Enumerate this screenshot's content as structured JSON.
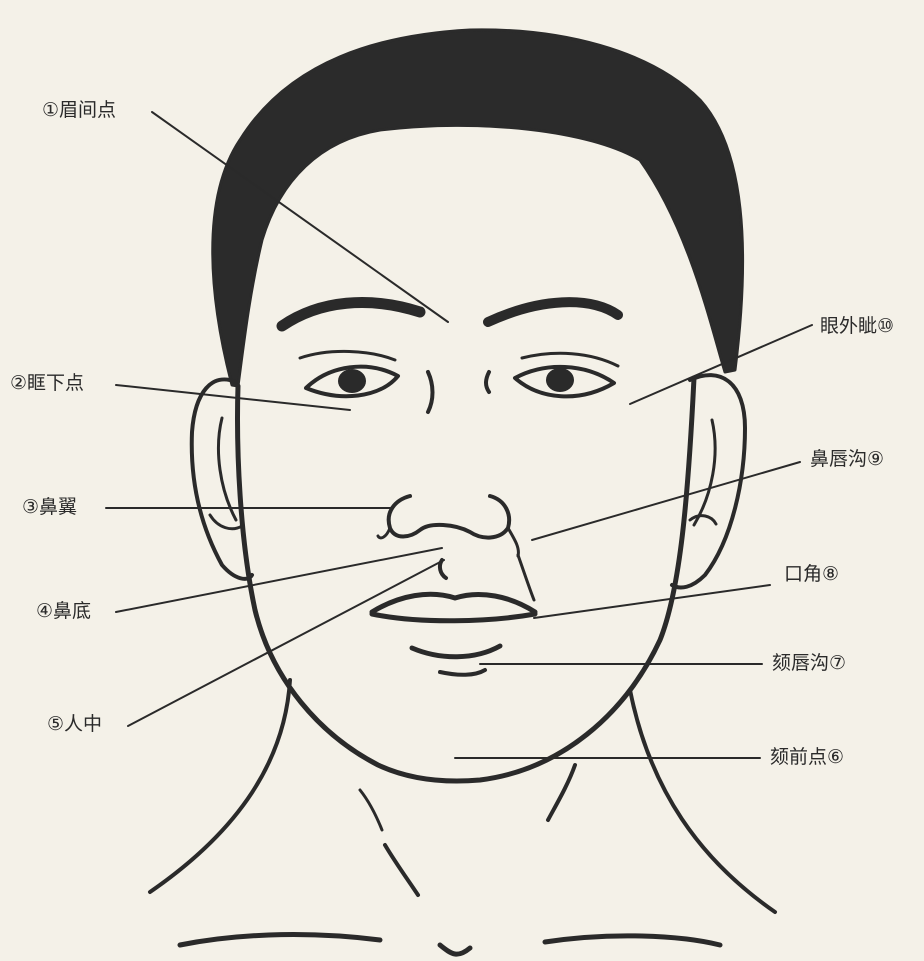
{
  "labels": {
    "l1": "①眉间点",
    "l2": "②眶下点",
    "l3": "③鼻翼",
    "l4": "④鼻底",
    "l5": "⑤人中",
    "l6": "颏前点⑥",
    "l7": "颏唇沟⑦",
    "l8": "口角⑧",
    "l9": "鼻唇沟⑨",
    "l10": "眼外眦⑩"
  },
  "colors": {
    "background": "#f4f1e8",
    "ink": "#2a2a2a",
    "hair": "#2b2b2b"
  }
}
